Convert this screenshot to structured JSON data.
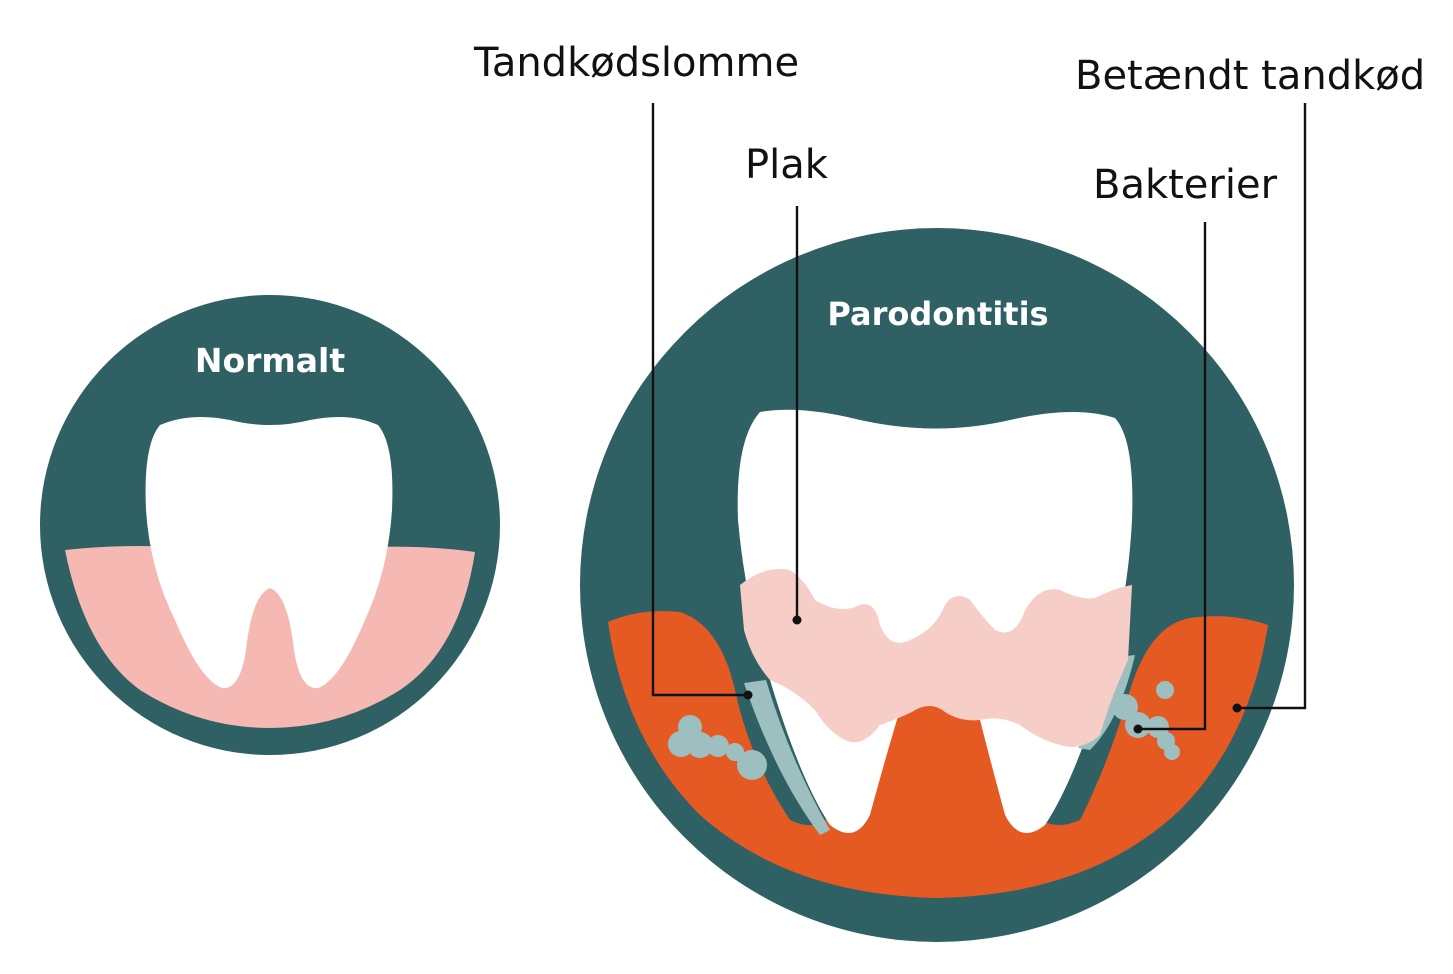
{
  "colors": {
    "background": "#ffffff",
    "circle": "#2e6064",
    "tooth": "#ffffff",
    "healthy_gum": "#f5b8b2",
    "inflamed_gum": "#e55a22",
    "plaque": "#f7cdc8",
    "bacteria": "#9dbfbf",
    "leader_line": "#111111"
  },
  "panels": {
    "normal": {
      "title": "Normalt"
    },
    "periodontitis": {
      "title": "Parodontitis"
    }
  },
  "labels": {
    "pocket": "Tandkødslomme",
    "plaque": "Plak",
    "inflamed_gum": "Betændt tandkød",
    "bacteria": "Bakterier"
  }
}
